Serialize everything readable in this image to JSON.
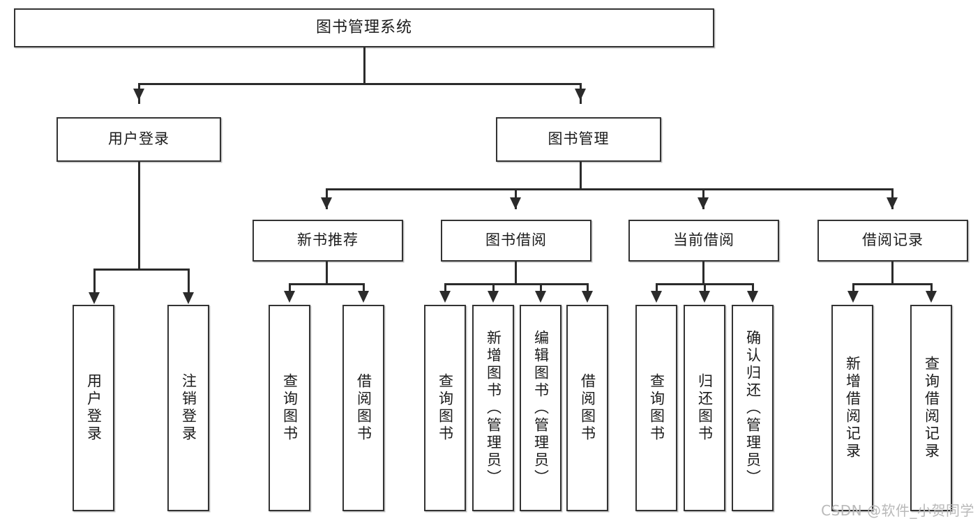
{
  "diagram": {
    "title": "图书管理系统",
    "type": "tree",
    "root": {
      "id": "root",
      "label": "图书管理系统"
    },
    "level2": [
      {
        "id": "user-login",
        "label": "用户登录"
      },
      {
        "id": "book-manage",
        "label": "图书管理"
      }
    ],
    "level3": [
      {
        "id": "new-book-recommend",
        "label": "新书推荐"
      },
      {
        "id": "book-borrow",
        "label": "图书借阅"
      },
      {
        "id": "current-borrow",
        "label": "当前借阅"
      },
      {
        "id": "borrow-record",
        "label": "借阅记录"
      }
    ],
    "leaves": {
      "user_login": [
        {
          "id": "leaf-user-login",
          "label": "用户登录"
        },
        {
          "id": "leaf-user-logout",
          "label": "注销登录"
        }
      ],
      "new_book_recommend": [
        {
          "id": "leaf-query-book-1",
          "label": "查询图书"
        },
        {
          "id": "leaf-borrow-book-1",
          "label": "借阅图书"
        }
      ],
      "book_borrow": [
        {
          "id": "leaf-query-book-2",
          "label": "查询图书"
        },
        {
          "id": "leaf-add-book",
          "label": "新增图书（管理员）"
        },
        {
          "id": "leaf-edit-book",
          "label": "编辑图书（管理员）"
        },
        {
          "id": "leaf-borrow-book-2",
          "label": "借阅图书"
        }
      ],
      "current_borrow": [
        {
          "id": "leaf-query-book-3",
          "label": "查询图书"
        },
        {
          "id": "leaf-return-book",
          "label": "归还图书"
        },
        {
          "id": "leaf-confirm-return",
          "label": "确认归还（管理员）"
        }
      ],
      "borrow_record": [
        {
          "id": "leaf-add-record",
          "label": "新增借阅记录"
        },
        {
          "id": "leaf-query-record",
          "label": "查询借阅记录"
        }
      ]
    }
  },
  "watermark": {
    "text": "CSDN @软件_小贺同学"
  },
  "colors": {
    "border": "#333333",
    "line": "#2b2b2b",
    "background": "#ffffff",
    "text": "#1b1b1b",
    "watermark": "#b9b9b9"
  }
}
